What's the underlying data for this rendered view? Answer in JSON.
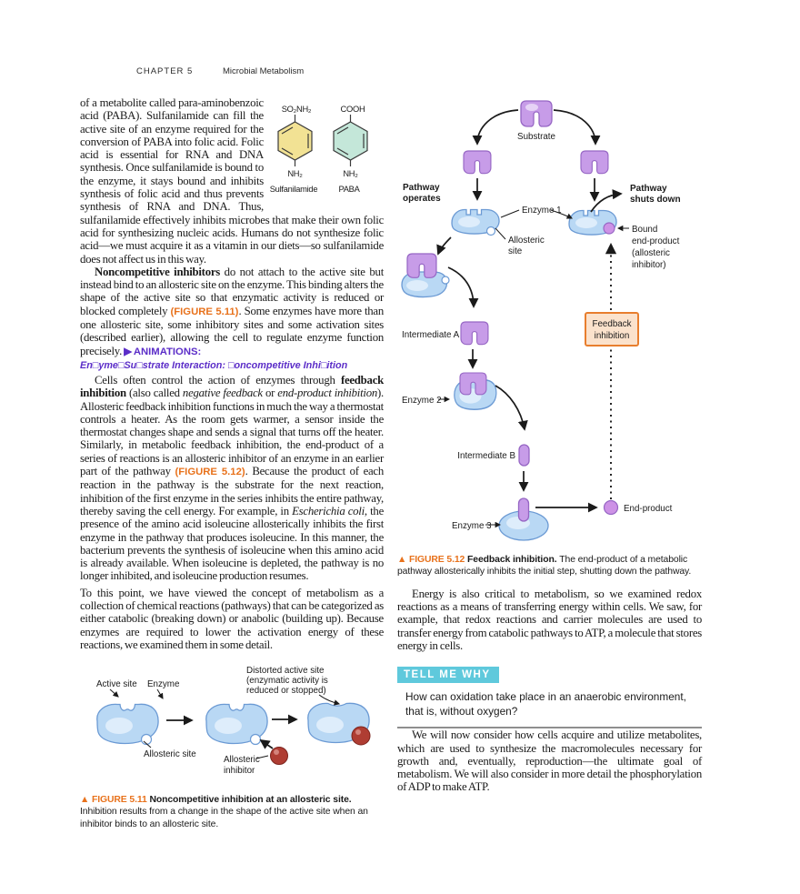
{
  "header": {
    "chapter": "CHAPTER 5",
    "book_title": "Microbial Metabolism"
  },
  "colors": {
    "accent_orange": "#e8721c",
    "accent_purple": "#5b2dc8",
    "banner_cyan": "#5fc9dc",
    "enzyme_blue": "#b9d8f4",
    "substrate_purple": "#c79ce8",
    "inhibitor_red": "#af3d33",
    "feedback_box_fill": "#fbe2cc",
    "feedback_box_border": "#e87e2e"
  },
  "left_column": {
    "para1": [
      {
        "s": "n",
        "text": "of a metabolite called para-aminobenzoic acid (PABA). Sulfanilamide can fill the active site of an enzyme required for the conversion of PABA into folic acid. Folic acid is essential for RNA and DNA synthesis. Once sulfanilamide is bound to the enzyme, it stays bound and inhibits synthesis of folic acid and thus prevents synthesis of RNA and DNA. Thus, sulfanilamide effectively inhibits microbes that make their own folic acid for synthesizing nucleic acids. Humans do not synthesize folic acid—we must acquire it as a vitamin in our diets—so sulfanilamide does not affect us in this way."
      }
    ],
    "chem_figure": {
      "sulfanilamide_top": "SO₂NH₂",
      "sulfanilamide_bottom": "NH₂",
      "sulfanilamide_name": "Sulfanilamide",
      "paba_top": "COOH",
      "paba_bottom": "NH₂",
      "paba_name": "PABA"
    },
    "para2": [
      {
        "s": "b",
        "text": "Noncompetitive inhibitors"
      },
      {
        "s": "n",
        "text": " do not attach to the active site but instead bind to an allosteric site on the enzyme. This binding alters the shape of the active site so that enzymatic activity is reduced or blocked completely "
      },
      {
        "s": "figref",
        "text": "(FIGURE 5.11)"
      },
      {
        "s": "n",
        "text": ". Some enzymes have more than one allosteric site, some inhibitory sites and some activation sites (described earlier), allowing the cell to regulate enzyme function precisely. "
      },
      {
        "s": "anim",
        "text": "▶ ANIMATIONS:"
      }
    ],
    "animations_line": "En□yme□Su□strate Interaction: □oncompetitive Inhi□ition",
    "para3": [
      {
        "s": "n",
        "text": "Cells often control the action of enzymes through "
      },
      {
        "s": "b",
        "text": "feedback inhibition"
      },
      {
        "s": "n",
        "text": " (also called "
      },
      {
        "s": "i",
        "text": "negative feedback"
      },
      {
        "s": "n",
        "text": " or "
      },
      {
        "s": "i",
        "text": "end-product inhibition"
      },
      {
        "s": "n",
        "text": "). Allosteric feedback inhibition functions in much the way a thermostat controls a heater. As the room gets warmer, a sensor inside the thermostat changes shape and sends a signal that turns off the heater. Similarly, in metabolic feedback inhibition, the end-product of a series of reactions is an allosteric inhibitor of an enzyme in an earlier part of the pathway "
      },
      {
        "s": "figref",
        "text": "(FIGURE 5.12)"
      },
      {
        "s": "n",
        "text": ". Because the product of each reaction in the pathway is the substrate for the next reaction, inhibition of the first enzyme in the series inhibits the entire pathway, thereby saving the cell energy. For example, in "
      },
      {
        "s": "i",
        "text": "Escherichia coli"
      },
      {
        "s": "n",
        "text": ", the presence of the amino acid isoleucine allosterically inhibits the first enzyme in the pathway that produces isoleucine. In this manner, the bacterium prevents the synthesis of isoleucine when this amino acid is already available. When isoleucine is depleted, the pathway is no longer inhibited, and isoleucine production resumes."
      }
    ],
    "para4": [
      {
        "s": "n",
        "text": "To this point, we have viewed the concept of metabolism as a collection of chemical reactions (pathways) that can be categorized as either catabolic (breaking down) or anabolic (building up). Because enzymes are required to lower the activation energy of these reactions, we examined them in some detail."
      }
    ],
    "figure_5_11": {
      "labels": {
        "active_site": "Active site",
        "enzyme": "Enzyme",
        "allosteric_site": "Allosteric site",
        "allosteric_inhibitor": [
          "Allosteric",
          "inhibitor"
        ],
        "distorted": [
          "Distorted active site",
          "(enzymatic activity is",
          "reduced or stopped)"
        ]
      },
      "caption": [
        {
          "s": "figcap",
          "text": "▲ FIGURE 5.11"
        },
        {
          "s": "capb",
          "text": "  Noncompetitive inhibition at an allosteric site. "
        },
        {
          "s": "n",
          "text": "Inhibition results from a change in the shape of the active site when an inhibitor binds to an allosteric site."
        }
      ]
    }
  },
  "right_column": {
    "figure_5_12": {
      "labels": {
        "substrate": "Substrate",
        "pathway_operates": [
          "Pathway",
          "operates"
        ],
        "pathway_shuts_down": [
          "Pathway",
          "shuts down"
        ],
        "enzyme1": "Enzyme 1",
        "allosteric_site": [
          "Allosteric",
          "site"
        ],
        "bound_end_product": [
          "Bound",
          "end-product",
          "(allosteric",
          "inhibitor)"
        ],
        "feedback_inhibition": [
          "Feedback",
          "inhibition"
        ],
        "intermediate_a": "Intermediate A",
        "enzyme2": "Enzyme 2",
        "intermediate_b": "Intermediate B",
        "enzyme3": "Enzyme 3",
        "end_product": "End-product"
      },
      "caption": [
        {
          "s": "figcap",
          "text": "▲ FIGURE 5.12"
        },
        {
          "s": "capb",
          "text": "  Feedback inhibition. "
        },
        {
          "s": "n",
          "text": "The end-product of a metabolic pathway allosterically inhibits the initial step, shutting down the pathway."
        }
      ]
    },
    "para_energy": [
      {
        "s": "n",
        "text": "Energy is also critical to metabolism, so we examined redox reactions as a means of transferring energy within cells. We saw, for example, that redox reactions and carrier molecules are used to transfer energy from catabolic pathways to ATP, a molecule that stores energy in cells."
      }
    ],
    "tell_me_why": {
      "banner": "TELL ME WHY",
      "question": "How can oxidation take place in an anaerobic environment, that is, without oxygen?"
    },
    "para_final": [
      {
        "s": "n",
        "text": "We will now consider how cells acquire and utilize metabolites, which are used to synthesize the macromolecules necessary for growth and, eventually, reproduction—the ultimate goal of metabolism. We will also consider in more detail the phosphorylation of ADP to make ATP."
      }
    ]
  }
}
